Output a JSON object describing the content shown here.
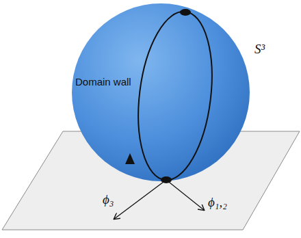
{
  "diagram": {
    "labels": [
      "Domain wall",
      "S³",
      "ϕ₃",
      "ϕ₁,₂"
    ]
  }
}
